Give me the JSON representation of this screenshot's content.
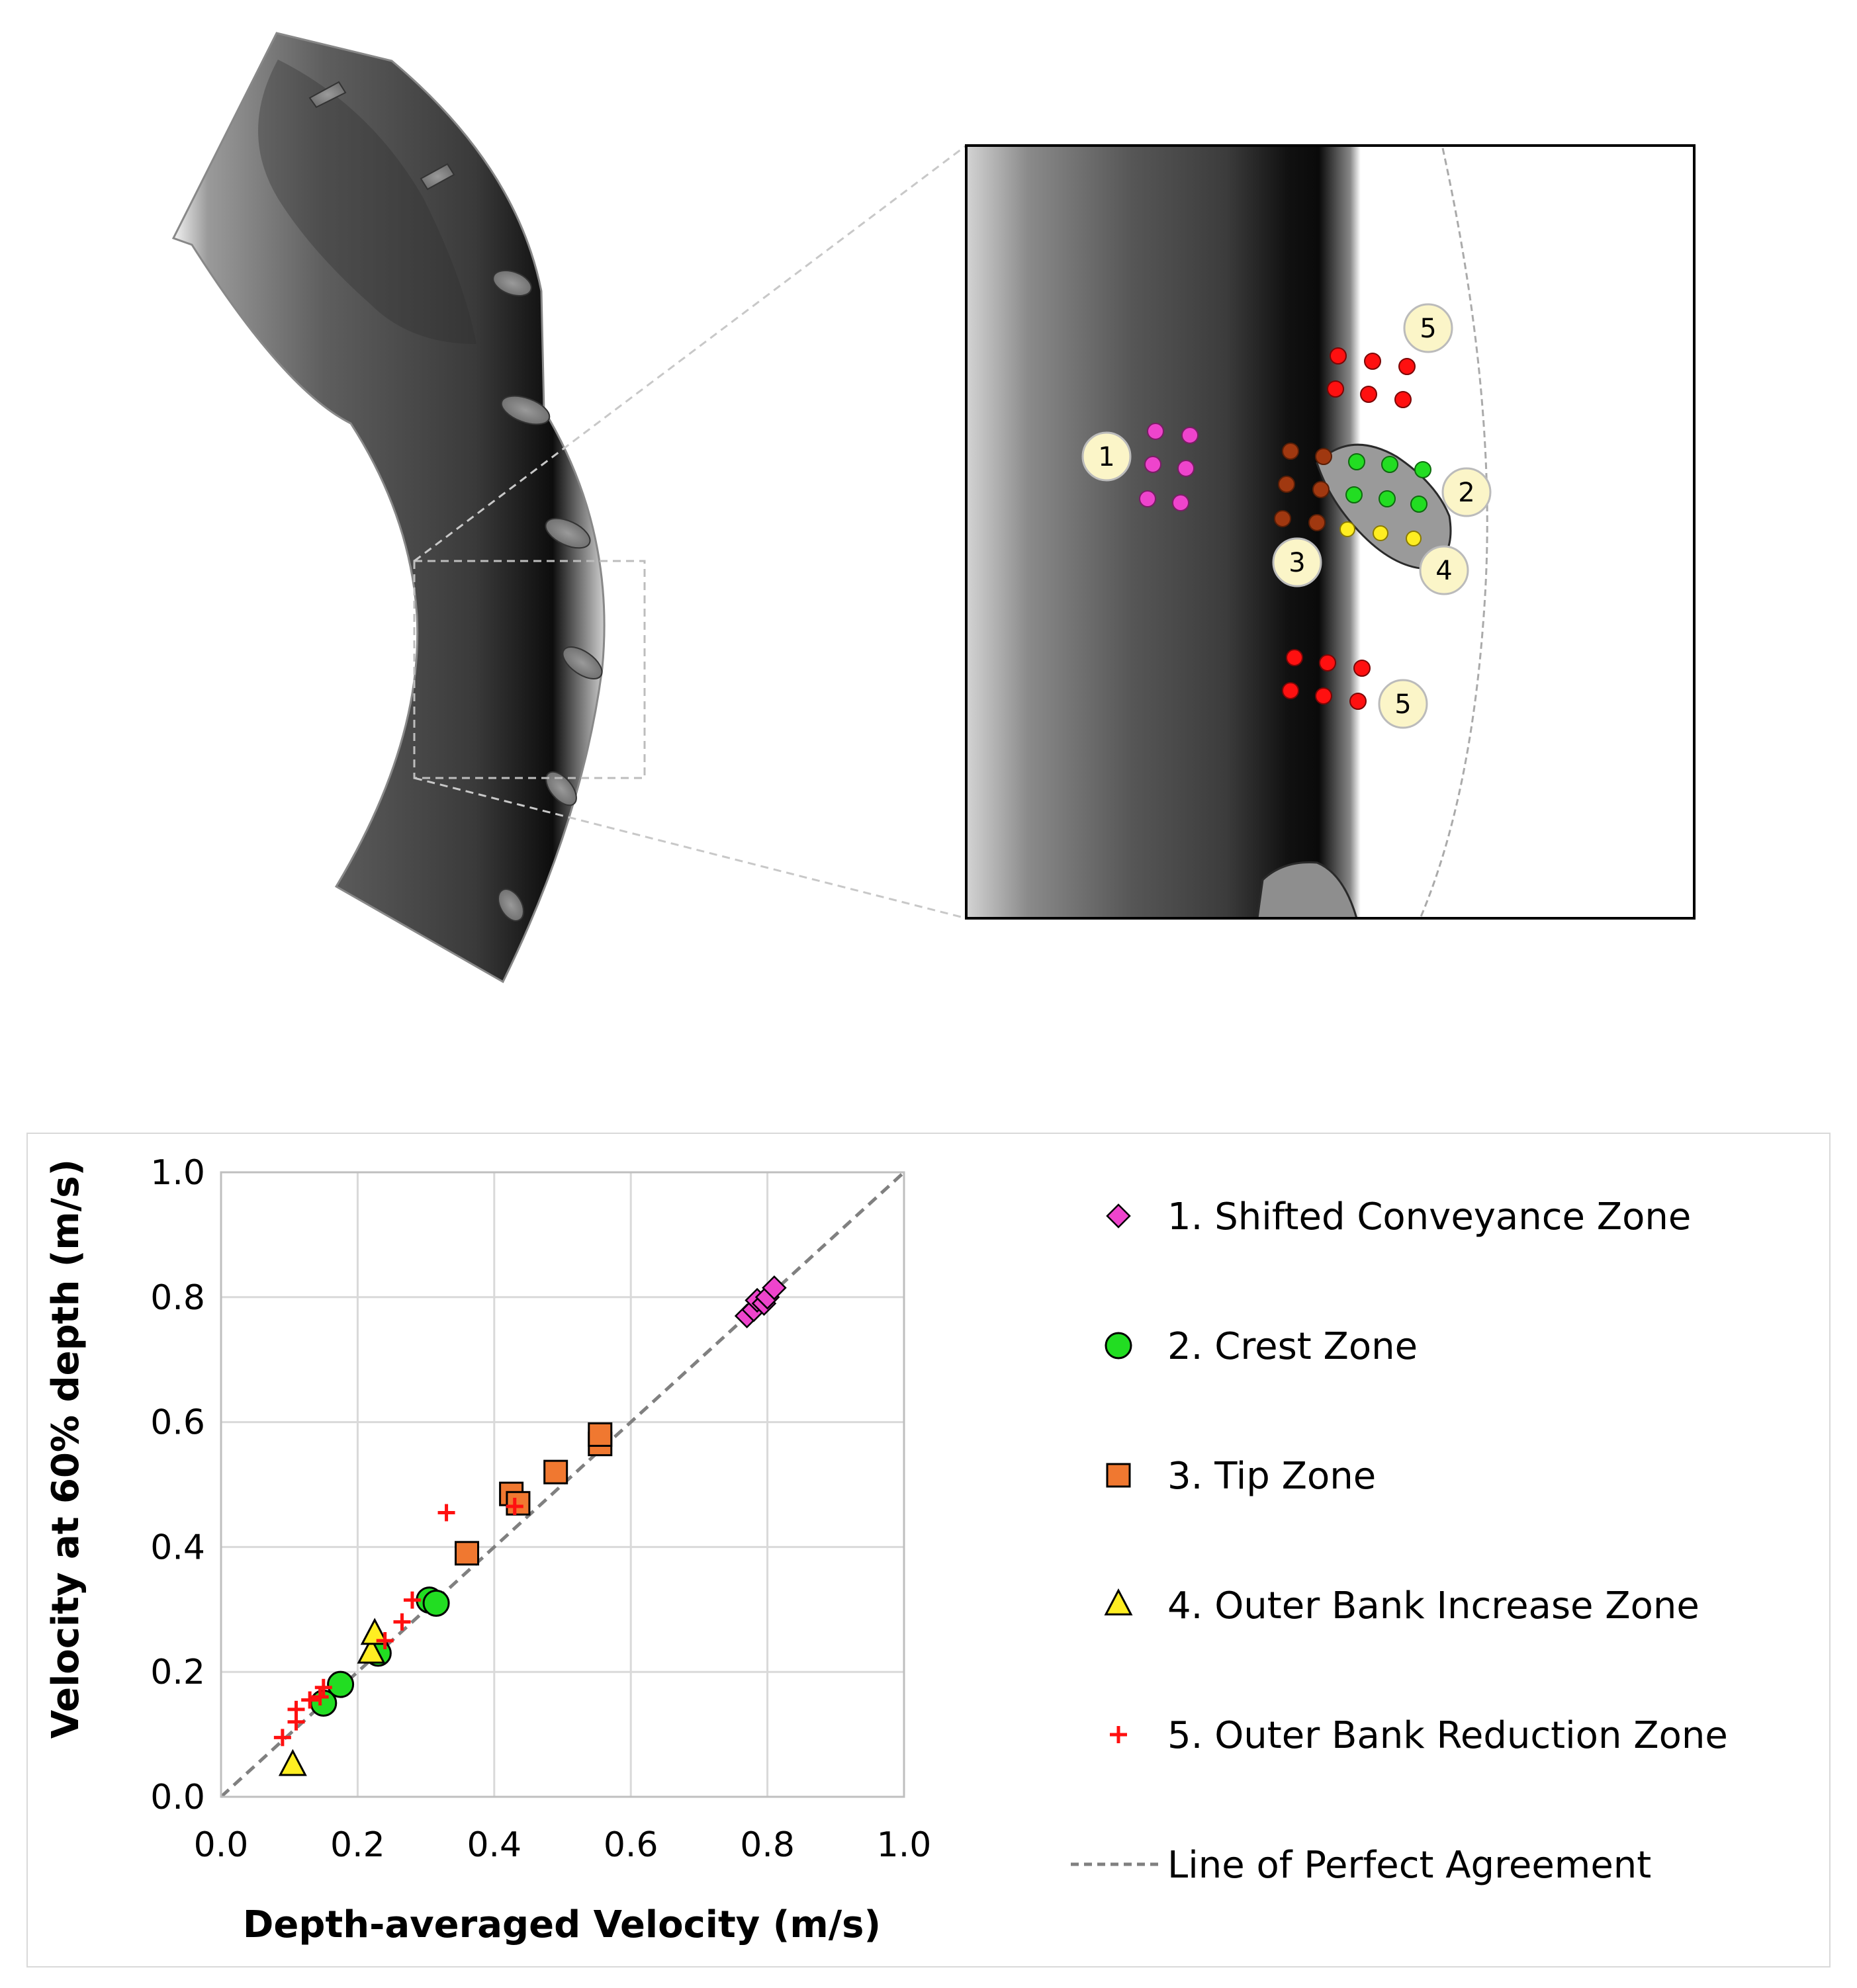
{
  "callout_labels": [
    "1",
    "2",
    "3",
    "4",
    "5",
    "5"
  ],
  "colors": {
    "zone1": "#ee44cc",
    "zone2": "#22dd22",
    "zone3": "#f07830",
    "zone3_points": "#a03810",
    "zone4": "#ffee22",
    "zone5": "#ff1010",
    "perfect_line": "#808080",
    "callout_fill": "#fbf5c8"
  },
  "chart_data": {
    "type": "scatter",
    "xlabel": "Depth-averaged Velocity (m/s)",
    "ylabel": "Velocity at 60% depth (m/s)",
    "xlim": [
      0,
      1
    ],
    "ylim": [
      0,
      1
    ],
    "x_ticks": [
      "0.0",
      "0.2",
      "0.4",
      "0.6",
      "0.8",
      "1.0"
    ],
    "y_ticks": [
      "0.0",
      "0.2",
      "0.4",
      "0.6",
      "0.8",
      "1.0"
    ],
    "grid": true,
    "legend_position": "right",
    "series": [
      {
        "name": "1. Shifted Conveyance Zone",
        "marker": "diamond",
        "color": "#ee44cc",
        "points": [
          [
            0.77,
            0.77
          ],
          [
            0.78,
            0.78
          ],
          [
            0.785,
            0.795
          ],
          [
            0.795,
            0.79
          ],
          [
            0.8,
            0.8
          ],
          [
            0.81,
            0.815
          ]
        ]
      },
      {
        "name": "2. Crest Zone",
        "marker": "circle",
        "color": "#22dd22",
        "points": [
          [
            0.15,
            0.15
          ],
          [
            0.175,
            0.18
          ],
          [
            0.23,
            0.23
          ],
          [
            0.305,
            0.315
          ],
          [
            0.315,
            0.31
          ]
        ]
      },
      {
        "name": "3. Tip Zone",
        "marker": "square",
        "color": "#f07830",
        "points": [
          [
            0.36,
            0.39
          ],
          [
            0.425,
            0.485
          ],
          [
            0.435,
            0.47
          ],
          [
            0.49,
            0.52
          ],
          [
            0.555,
            0.565
          ],
          [
            0.555,
            0.58
          ]
        ]
      },
      {
        "name": "4. Outer Bank Increase Zone",
        "marker": "triangle",
        "color": "#ffee22",
        "points": [
          [
            0.105,
            0.05
          ],
          [
            0.22,
            0.23
          ],
          [
            0.225,
            0.26
          ]
        ]
      },
      {
        "name": "5. Outer Bank Reduction Zone",
        "marker": "plus",
        "color": "#ff1010",
        "points": [
          [
            0.09,
            0.095
          ],
          [
            0.11,
            0.12
          ],
          [
            0.11,
            0.14
          ],
          [
            0.13,
            0.155
          ],
          [
            0.145,
            0.16
          ],
          [
            0.15,
            0.175
          ],
          [
            0.24,
            0.25
          ],
          [
            0.265,
            0.28
          ],
          [
            0.28,
            0.315
          ],
          [
            0.33,
            0.455
          ],
          [
            0.43,
            0.465
          ]
        ]
      }
    ],
    "reference_line": {
      "name": "Line of Perfect Agreement",
      "style": "dashed",
      "color": "#808080",
      "from": [
        0,
        0
      ],
      "to": [
        1,
        1
      ]
    }
  }
}
